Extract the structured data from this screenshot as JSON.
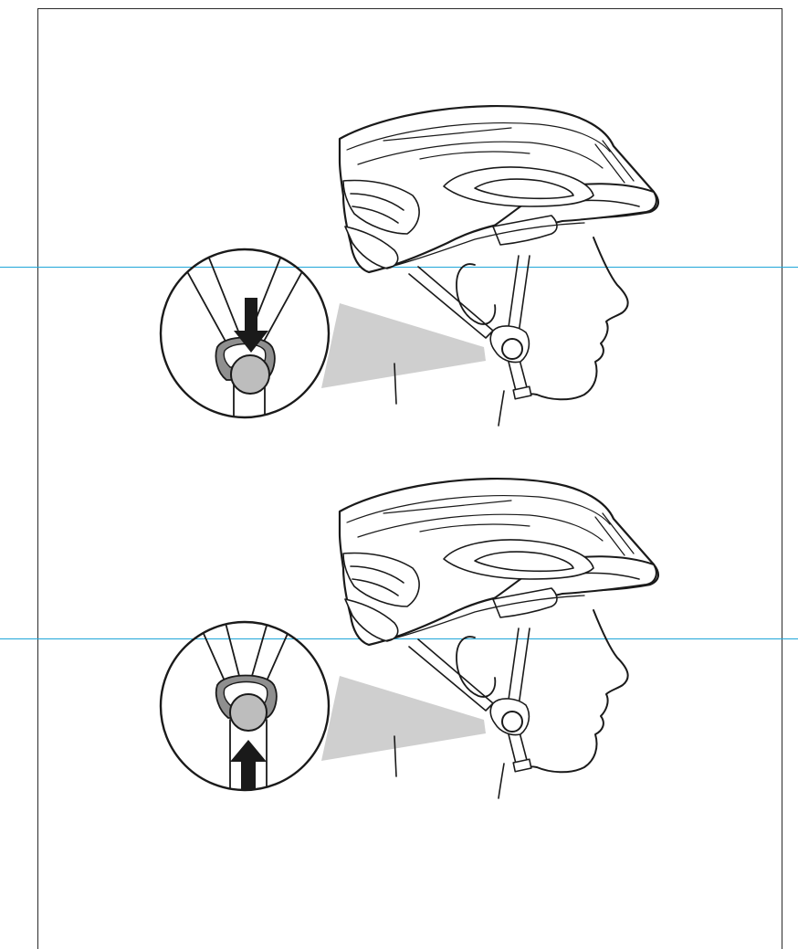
{
  "colors": {
    "ink": "#1a1a1a",
    "pointer_beam": "#cfcfcf",
    "buckle_fill": "#bdbdbd",
    "buckle_ring": "#8f8f8f",
    "guide_line": "#1fa6d9",
    "frame": "#2b2b2b"
  },
  "steps": [
    {
      "icon": "helmet-side-view-illustration",
      "detail_icon": "strap-slider-zoom",
      "arrow": "down"
    },
    {
      "icon": "helmet-side-view-illustration",
      "detail_icon": "strap-slider-zoom",
      "arrow": "up"
    }
  ]
}
